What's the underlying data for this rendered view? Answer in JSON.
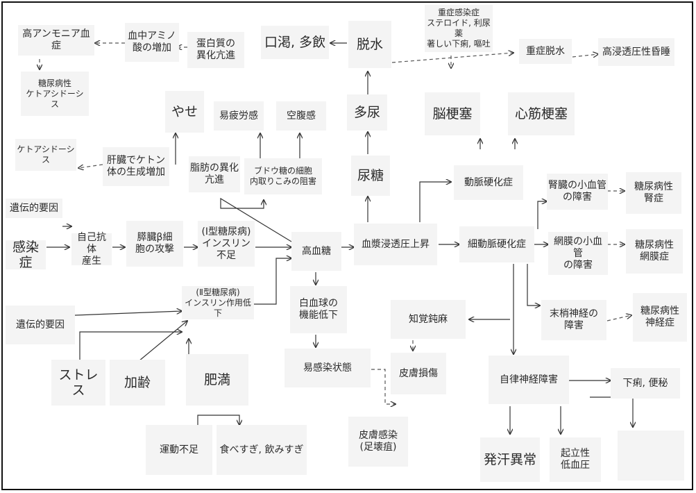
{
  "nodes": {
    "hyperammonemia": "高アンモニア血症",
    "blood_amino": "血中アミノ\n酸の増加",
    "protein_catab": "蛋白質の\n異化亢進",
    "thirst": "口渇, 多飲",
    "dehydration": "脱水",
    "severe_infection": "重症感染症\nステロイド, 利尿薬\n著しい下痢, 嘔吐",
    "severe_dehydration": "重症脱水",
    "hyperosmolar": "高浸透圧性昏睡",
    "diabetic_ketoacidosis": "糖尿病性\nケトアシドーシス",
    "emaciation": "やせ",
    "fatigue": "易疲労感",
    "hunger": "空腹感",
    "polyuria": "多尿",
    "cerebral_infarction": "脳梗塞",
    "myocardial_infarction": "心筋梗塞",
    "ketoacidosis": "ケトアシドーシス",
    "liver_ketone": "肝臓でケトン\n体の生成増加",
    "fat_catab": "脂肪の異化\n亢進",
    "glucose_uptake": "ブドウ糖の細胞\n内取りこみの阻害",
    "glycosuria": "尿糖",
    "atherosclerosis": "動脈硬化症",
    "renal_vessel": "腎臓の小血管\nの障害",
    "nephropathy": "糖尿病性\n腎症",
    "genetic_1": "遺伝的要因",
    "infection": "感染症",
    "autoantibody": "自己抗体\n産生",
    "beta_cell_attack": "膵臓β細\n胞の攻撃",
    "type1_insulin": "(Ⅰ型糖尿病)\nインスリン不足",
    "hyperglycemia": "高血糖",
    "osmotic_pressure": "血漿浸透圧上昇",
    "arteriolosclerosis": "細動脈硬化症",
    "retinal_vessel": "網膜の小血管\nの障害",
    "retinopathy": "糖尿病性\n網膜症",
    "type2_insulin": "(Ⅱ型糖尿病)\nインスリン作用低下",
    "wbc_function": "白血球の\n機能低下",
    "sensory_dull": "知覚鈍麻",
    "peripheral_nerve": "末梢神経の\n障害",
    "neuropathy": "糖尿病性\n神経症",
    "genetic_2": "遺伝的要因",
    "susceptible": "易感染状態",
    "skin_damage": "皮膚損傷",
    "autonomic": "自律神経障害",
    "diarrhea": "下痢, 便秘",
    "stress": "ストレス",
    "aging": "加齢",
    "obesity": "肥満",
    "lack_exercise": "運動不足",
    "overeating": "食べすぎ, 飲みすぎ",
    "skin_infection": "皮膚感染\n(足壊疽)",
    "sweating": "発汗異常",
    "orthostatic": "起立性\n低血圧"
  }
}
